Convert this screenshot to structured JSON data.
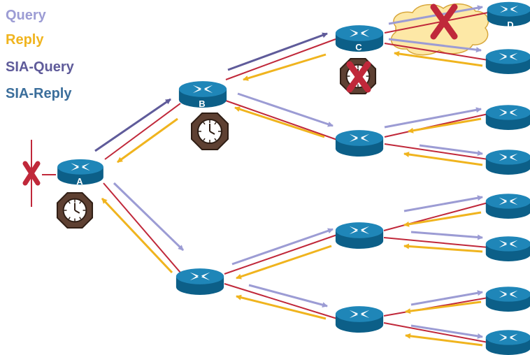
{
  "legend": {
    "query": "Query",
    "reply": "Reply",
    "sia_query": "SIA-Query",
    "sia_reply": "SIA-Reply"
  },
  "colors": {
    "query": "#9c9cd4",
    "reply": "#f0b41e",
    "sia_query": "#5f5b9a",
    "sia_reply": "#3b6e9b",
    "link": "#c0283a",
    "failure_x": "#c0283a",
    "router_top": "#1f86b8",
    "router_side": "#0c5f88",
    "cloud": "#fde8a6"
  },
  "routers": {
    "a": "A",
    "b": "B",
    "c": "C",
    "d": "D"
  }
}
